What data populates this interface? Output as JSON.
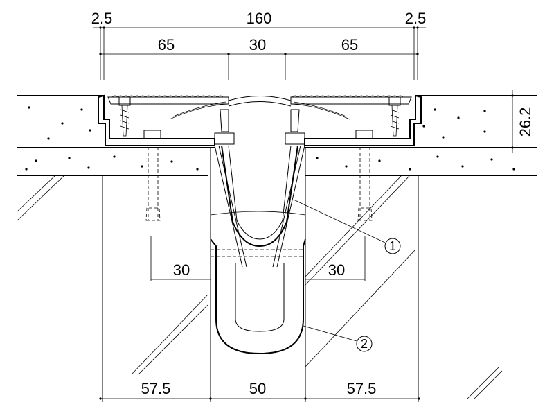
{
  "dimensions": {
    "top_overall": "160",
    "top_left_edge": "2.5",
    "top_right_edge": "2.5",
    "top_left_span": "65",
    "top_center_span": "30",
    "top_right_span": "65",
    "height_right": "26.2",
    "mid_left": "30",
    "mid_right": "30",
    "bottom_left": "57.5",
    "bottom_center": "50",
    "bottom_right": "57.5"
  },
  "callouts": [
    {
      "number": "1",
      "symbol": "①"
    },
    {
      "number": "2",
      "symbol": "②"
    }
  ]
}
